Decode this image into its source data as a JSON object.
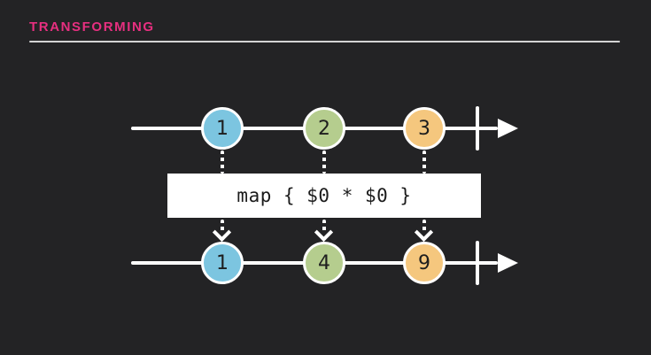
{
  "slide": {
    "title": "TRANSFORMING"
  },
  "theme": {
    "background": "#232325",
    "title_color": "#e72f80",
    "underline_color": "#d4d4d4",
    "stream_color": "#ffffff",
    "operator_box_bg": "#ffffff",
    "operator_text_color": "#1b1b1b"
  },
  "diagram": {
    "operator_label": "map { $0 * $0 }",
    "input_stream": {
      "marbles": [
        {
          "label": "1",
          "color": "#7cc5e0"
        },
        {
          "label": "2",
          "color": "#b5cd8e"
        },
        {
          "label": "3",
          "color": "#f5c77e"
        }
      ]
    },
    "output_stream": {
      "marbles": [
        {
          "label": "1",
          "color": "#7cc5e0"
        },
        {
          "label": "4",
          "color": "#b5cd8e"
        },
        {
          "label": "9",
          "color": "#f5c77e"
        }
      ]
    }
  }
}
